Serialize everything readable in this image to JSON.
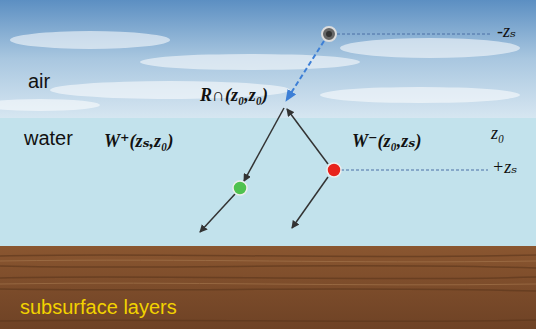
{
  "diagram": {
    "labels": [
      "air",
      "water",
      "R∩(z₀,z₀)",
      "W⁺(zₛ,z₀)",
      "W⁻(z₀,zₛ)",
      "-zₛ",
      "z₀",
      "+zₛ",
      "subsurface layers"
    ]
  }
}
